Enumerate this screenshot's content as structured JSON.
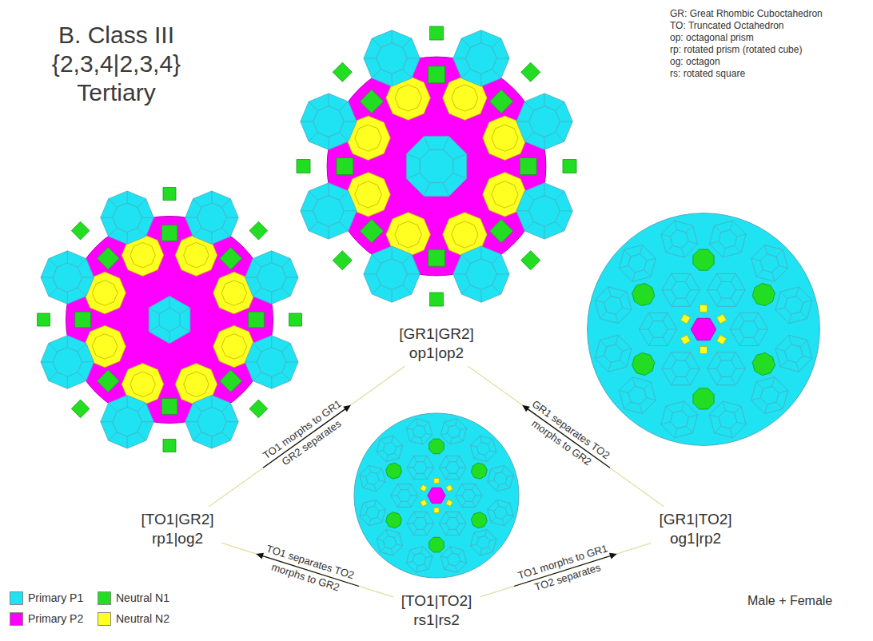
{
  "diagram": {
    "title": "B. Class III {2,3,4|2,3,4} Tertiary",
    "nodes": [
      {
        "text": [
          "[GR1|GR2]",
          "op1|op2"
        ]
      },
      {
        "text": [
          "[TO1|GR2]",
          "rp1|og2"
        ]
      },
      {
        "text": [
          "[GR1|TO2]",
          "og1|rp2"
        ]
      },
      {
        "text": [
          "[TO1|TO2]",
          "rs1|rs2"
        ]
      }
    ],
    "edges": [
      {
        "from": 1,
        "to": 0,
        "arrow": "to",
        "label": "TO1 morphs to GR1 GR2 separates"
      },
      {
        "from": 2,
        "to": 0,
        "arrow": "to",
        "label": "GR1 separates TO2 morphs to GR2"
      },
      {
        "from": 3,
        "to": 1,
        "arrow": "to",
        "label": "TO1 separates TO2 morphs to GR2"
      },
      {
        "from": 3,
        "to": 2,
        "arrow": "to",
        "label": "TO1 morphs to GR1 TO2 separates"
      }
    ],
    "labels": [
      "GR: Great Rhombic Cuboctahedron",
      "TO: Truncated Octahedron",
      "op: octagonal prism",
      "rp: rotated prism (rotated cube)",
      "og: octagon",
      "rs: rotated square",
      "Male + Female"
    ],
    "legend": [
      {
        "text": "Primary P1",
        "color": "#1fe2f2"
      },
      {
        "text": "Neutral N1",
        "color": "#22dd22"
      },
      {
        "text": "Primary P2",
        "color": "#ff00ff"
      },
      {
        "text": "Neutral N2",
        "color": "#ffff22"
      }
    ]
  }
}
